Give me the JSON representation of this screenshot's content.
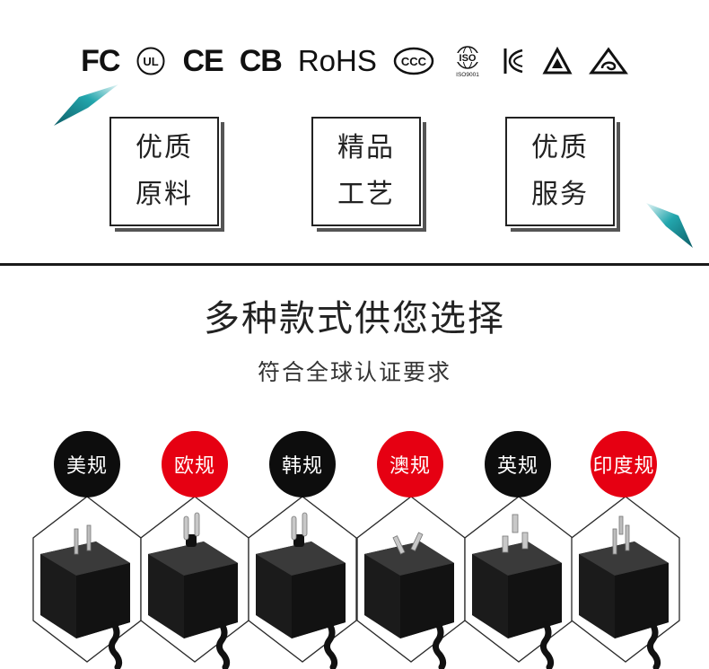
{
  "certifications": [
    {
      "label": "FC",
      "kind": "text",
      "icon": "fc-logo-icon"
    },
    {
      "label": "UL",
      "kind": "circle",
      "icon": "ul-logo-icon"
    },
    {
      "label": "CE",
      "kind": "text",
      "icon": "ce-logo-icon"
    },
    {
      "label": "CB",
      "kind": "text",
      "icon": "cb-logo-icon"
    },
    {
      "label": "RoHS",
      "kind": "text",
      "icon": "rohs-logo-icon"
    },
    {
      "label": "CCC",
      "kind": "ccc",
      "icon": "ccc-logo-icon"
    },
    {
      "label": "ISO",
      "sublabel": "ISO9001",
      "kind": "iso",
      "icon": "iso-logo-icon"
    },
    {
      "label": "KC",
      "kind": "kc",
      "icon": "kc-logo-icon"
    },
    {
      "label": "",
      "kind": "triangle",
      "icon": "triangle-mark-icon"
    },
    {
      "label": "",
      "kind": "rcm",
      "icon": "rcm-mark-icon"
    }
  ],
  "features": [
    {
      "line1": "优质",
      "line2": "原料"
    },
    {
      "line1": "精品",
      "line2": "工艺"
    },
    {
      "line1": "优质",
      "line2": "服务"
    }
  ],
  "heading": {
    "title": "多种款式供您选择",
    "subtitle": "符合全球认证要求"
  },
  "plug_types": [
    {
      "label": "美规",
      "color": "#0d0d0d",
      "plug": "us"
    },
    {
      "label": "欧规",
      "color": "#e60012",
      "plug": "eu"
    },
    {
      "label": "韩规",
      "color": "#0d0d0d",
      "plug": "kr"
    },
    {
      "label": "澳规",
      "color": "#e60012",
      "plug": "au"
    },
    {
      "label": "英规",
      "color": "#0d0d0d",
      "plug": "uk"
    },
    {
      "label": "印度规",
      "color": "#e60012",
      "plug": "in"
    }
  ],
  "colors": {
    "accent_red": "#e60012",
    "badge_black": "#0d0d0d",
    "teal": "#1a8c96"
  }
}
